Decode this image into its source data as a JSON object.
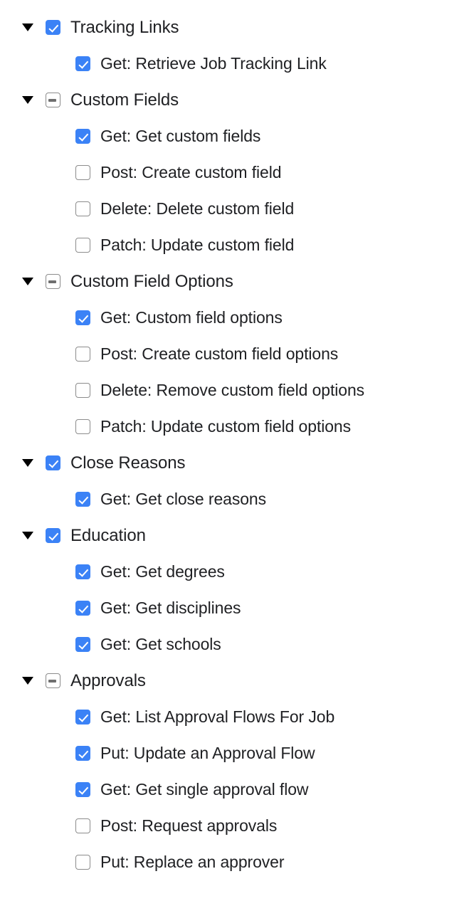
{
  "tree": {
    "checkbox_checked_color": "#3b82f6",
    "checkbox_border_color": "#8c8c8c",
    "text_color": "#202124",
    "background_color": "#ffffff",
    "rows": [
      {
        "label": "Tracking Links",
        "level": "parent",
        "state": "checked",
        "expanded": true,
        "twisty": "▼"
      },
      {
        "label": "Get: Retrieve Job Tracking Link",
        "level": "child",
        "state": "checked"
      },
      {
        "label": "Custom Fields",
        "level": "parent",
        "state": "indeterminate",
        "expanded": true,
        "twisty": "▼"
      },
      {
        "label": "Get: Get custom fields",
        "level": "child",
        "state": "checked"
      },
      {
        "label": "Post: Create custom field",
        "level": "child",
        "state": "unchecked"
      },
      {
        "label": "Delete: Delete custom field",
        "level": "child",
        "state": "unchecked"
      },
      {
        "label": "Patch: Update custom field",
        "level": "child",
        "state": "unchecked"
      },
      {
        "label": "Custom Field Options",
        "level": "parent",
        "state": "indeterminate",
        "expanded": true,
        "twisty": "▼"
      },
      {
        "label": "Get: Custom field options",
        "level": "child",
        "state": "checked"
      },
      {
        "label": "Post: Create custom field options",
        "level": "child",
        "state": "unchecked"
      },
      {
        "label": "Delete: Remove custom field options",
        "level": "child",
        "state": "unchecked"
      },
      {
        "label": "Patch: Update custom field options",
        "level": "child",
        "state": "unchecked"
      },
      {
        "label": "Close Reasons",
        "level": "parent",
        "state": "checked",
        "expanded": true,
        "twisty": "▼"
      },
      {
        "label": "Get: Get close reasons",
        "level": "child",
        "state": "checked"
      },
      {
        "label": "Education",
        "level": "parent",
        "state": "checked",
        "expanded": true,
        "twisty": "▼"
      },
      {
        "label": "Get: Get degrees",
        "level": "child",
        "state": "checked"
      },
      {
        "label": "Get: Get disciplines",
        "level": "child",
        "state": "checked"
      },
      {
        "label": "Get: Get schools",
        "level": "child",
        "state": "checked"
      },
      {
        "label": "Approvals",
        "level": "parent",
        "state": "indeterminate",
        "expanded": true,
        "twisty": "▼"
      },
      {
        "label": "Get: List Approval Flows For Job",
        "level": "child",
        "state": "checked"
      },
      {
        "label": "Put: Update an Approval Flow",
        "level": "child",
        "state": "checked"
      },
      {
        "label": "Get: Get single approval flow",
        "level": "child",
        "state": "checked"
      },
      {
        "label": "Post: Request approvals",
        "level": "child",
        "state": "unchecked"
      },
      {
        "label": "Put: Replace an approver",
        "level": "child",
        "state": "unchecked"
      }
    ]
  }
}
